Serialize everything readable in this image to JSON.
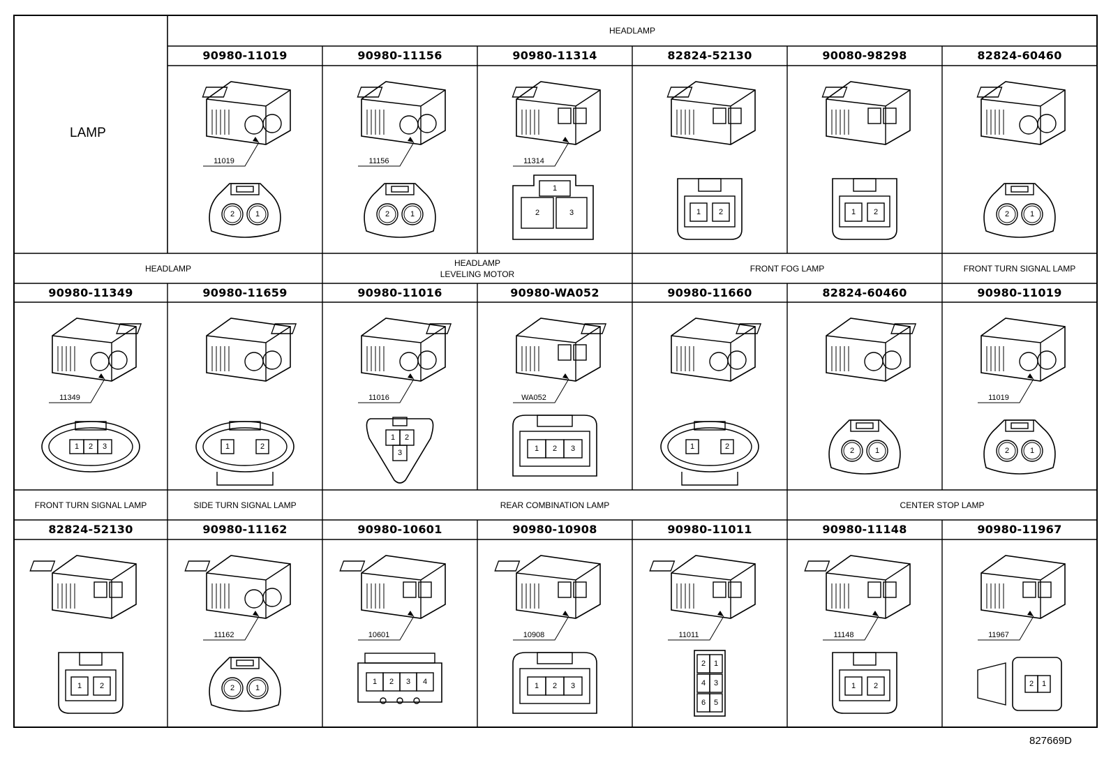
{
  "corner_label": "LAMP",
  "document_number": "827669D",
  "rows": [
    {
      "groups": [
        {
          "label": "HEADLAMP",
          "span": 6
        }
      ],
      "connectors": [
        {
          "part": "90980-11019",
          "code": "11019",
          "style": "round2",
          "pins": [
            "2",
            "1"
          ]
        },
        {
          "part": "90980-11156",
          "code": "11156",
          "style": "round2",
          "pins": [
            "2",
            "1"
          ]
        },
        {
          "part": "90980-11314",
          "code": "11314",
          "style": "square3",
          "pins": [
            "1",
            "2",
            "3"
          ]
        },
        {
          "part": "82824-52130",
          "code": "",
          "style": "rect2",
          "pins": [
            "1",
            "2"
          ]
        },
        {
          "part": "90080-98298",
          "code": "",
          "style": "rect2",
          "pins": [
            "1",
            "2"
          ]
        },
        {
          "part": "82824-60460",
          "code": "",
          "style": "round2",
          "pins": [
            "2",
            "1"
          ]
        }
      ]
    },
    {
      "groups": [
        {
          "label": "HEADLAMP",
          "span": 2
        },
        {
          "label": "HEADLAMP\nLEVELING MOTOR",
          "span": 2
        },
        {
          "label": "FRONT FOG LAMP",
          "span": 2
        },
        {
          "label": "FRONT TURN SIGNAL LAMP",
          "span": 1
        }
      ],
      "connectors": [
        {
          "part": "90980-11349",
          "code": "11349",
          "style": "oval3",
          "pins": [
            "1",
            "2",
            "3"
          ]
        },
        {
          "part": "90980-11659",
          "code": "",
          "style": "oval2",
          "pins": [
            "1",
            "2"
          ]
        },
        {
          "part": "90980-11016",
          "code": "11016",
          "style": "tri3",
          "pins": [
            "1",
            "2",
            "3"
          ]
        },
        {
          "part": "90980-WA052",
          "code": "WA052",
          "style": "box3",
          "pins": [
            "1",
            "2",
            "3"
          ]
        },
        {
          "part": "90980-11660",
          "code": "",
          "style": "oval2",
          "pins": [
            "1",
            "2"
          ]
        },
        {
          "part": "82824-60460",
          "code": "",
          "style": "round2",
          "pins": [
            "2",
            "1"
          ]
        },
        {
          "part": "90980-11019",
          "code": "11019",
          "style": "round2",
          "pins": [
            "2",
            "1"
          ]
        }
      ]
    },
    {
      "groups": [
        {
          "label": "FRONT TURN SIGNAL LAMP",
          "span": 1
        },
        {
          "label": "SIDE TURN SIGNAL LAMP",
          "span": 1
        },
        {
          "label": "REAR COMBINATION LAMP",
          "span": 3
        },
        {
          "label": "CENTER STOP LAMP",
          "span": 2
        }
      ],
      "connectors": [
        {
          "part": "82824-52130",
          "code": "",
          "style": "rect2",
          "pins": [
            "1",
            "2"
          ]
        },
        {
          "part": "90980-11162",
          "code": "11162",
          "style": "round2",
          "pins": [
            "2",
            "1"
          ]
        },
        {
          "part": "90980-10601",
          "code": "10601",
          "style": "row4",
          "pins": [
            "1",
            "2",
            "3",
            "4"
          ]
        },
        {
          "part": "90980-10908",
          "code": "10908",
          "style": "box3",
          "pins": [
            "1",
            "2",
            "3"
          ]
        },
        {
          "part": "90980-11011",
          "code": "11011",
          "style": "grid6",
          "pins": [
            "2",
            "1",
            "4",
            "3",
            "6",
            "5"
          ]
        },
        {
          "part": "90980-11148",
          "code": "11148",
          "style": "rect2",
          "pins": [
            "1",
            "2"
          ]
        },
        {
          "part": "90980-11967",
          "code": "11967",
          "style": "clip2",
          "pins": [
            "2",
            "1"
          ]
        }
      ]
    }
  ]
}
